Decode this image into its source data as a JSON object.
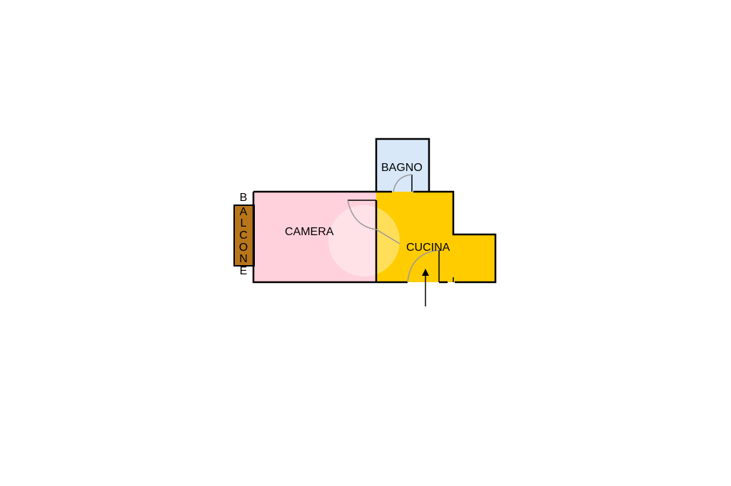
{
  "rooms": {
    "bagno": {
      "label": "BAGNO",
      "color": "#d8e8f8"
    },
    "camera": {
      "label": "CAMERA",
      "color": "#ffd1dc"
    },
    "cucina": {
      "label": "CUCINA",
      "color": "#ffcc00"
    }
  },
  "balcony": {
    "letters": [
      "B",
      "A",
      "L",
      "C",
      "O",
      "N",
      "E"
    ],
    "color": "#b8761a"
  },
  "colors": {
    "wall": "#000000",
    "door_swing": "#9a9a9a",
    "entrance_arrow": "#000000"
  },
  "icons": {
    "entrance": "arrow-up-icon",
    "watermark": "circle-watermark-icon"
  }
}
